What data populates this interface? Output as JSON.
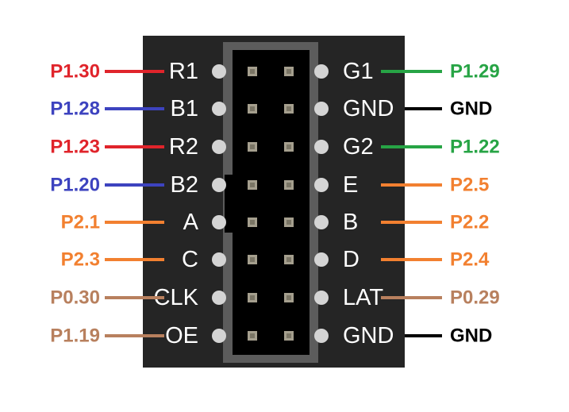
{
  "connector": {
    "colors": {
      "board": "#252525",
      "shroud": "#5c5c5c",
      "slot": "#000000",
      "pin": "#a59f8e",
      "pad": "#d4d4d4",
      "label_text": "#ffffff"
    },
    "left_signals": [
      "R1",
      "B1",
      "R2",
      "B2",
      "A",
      "C",
      "CLK",
      "OE"
    ],
    "right_signals": [
      "G1",
      "GND",
      "G2",
      "E",
      "B",
      "D",
      "LAT",
      "GND"
    ]
  },
  "left_pins": [
    {
      "label": "P1.30",
      "color": "#e0242b"
    },
    {
      "label": "P1.28",
      "color": "#3d43bf"
    },
    {
      "label": "P1.23",
      "color": "#e0242b"
    },
    {
      "label": "P1.20",
      "color": "#3d43bf"
    },
    {
      "label": "P2.1",
      "color": "#f28030"
    },
    {
      "label": "P2.3",
      "color": "#f28030"
    },
    {
      "label": "P0.30",
      "color": "#b8805e"
    },
    {
      "label": "P1.19",
      "color": "#b8805e"
    }
  ],
  "right_pins": [
    {
      "label": "P1.29",
      "color": "#27a445"
    },
    {
      "label": "GND",
      "color": "#000000"
    },
    {
      "label": "P1.22",
      "color": "#27a445"
    },
    {
      "label": "P2.5",
      "color": "#f28030"
    },
    {
      "label": "P2.2",
      "color": "#f28030"
    },
    {
      "label": "P2.4",
      "color": "#f28030"
    },
    {
      "label": "P0.29",
      "color": "#b8805e"
    },
    {
      "label": "GND",
      "color": "#000000"
    }
  ]
}
